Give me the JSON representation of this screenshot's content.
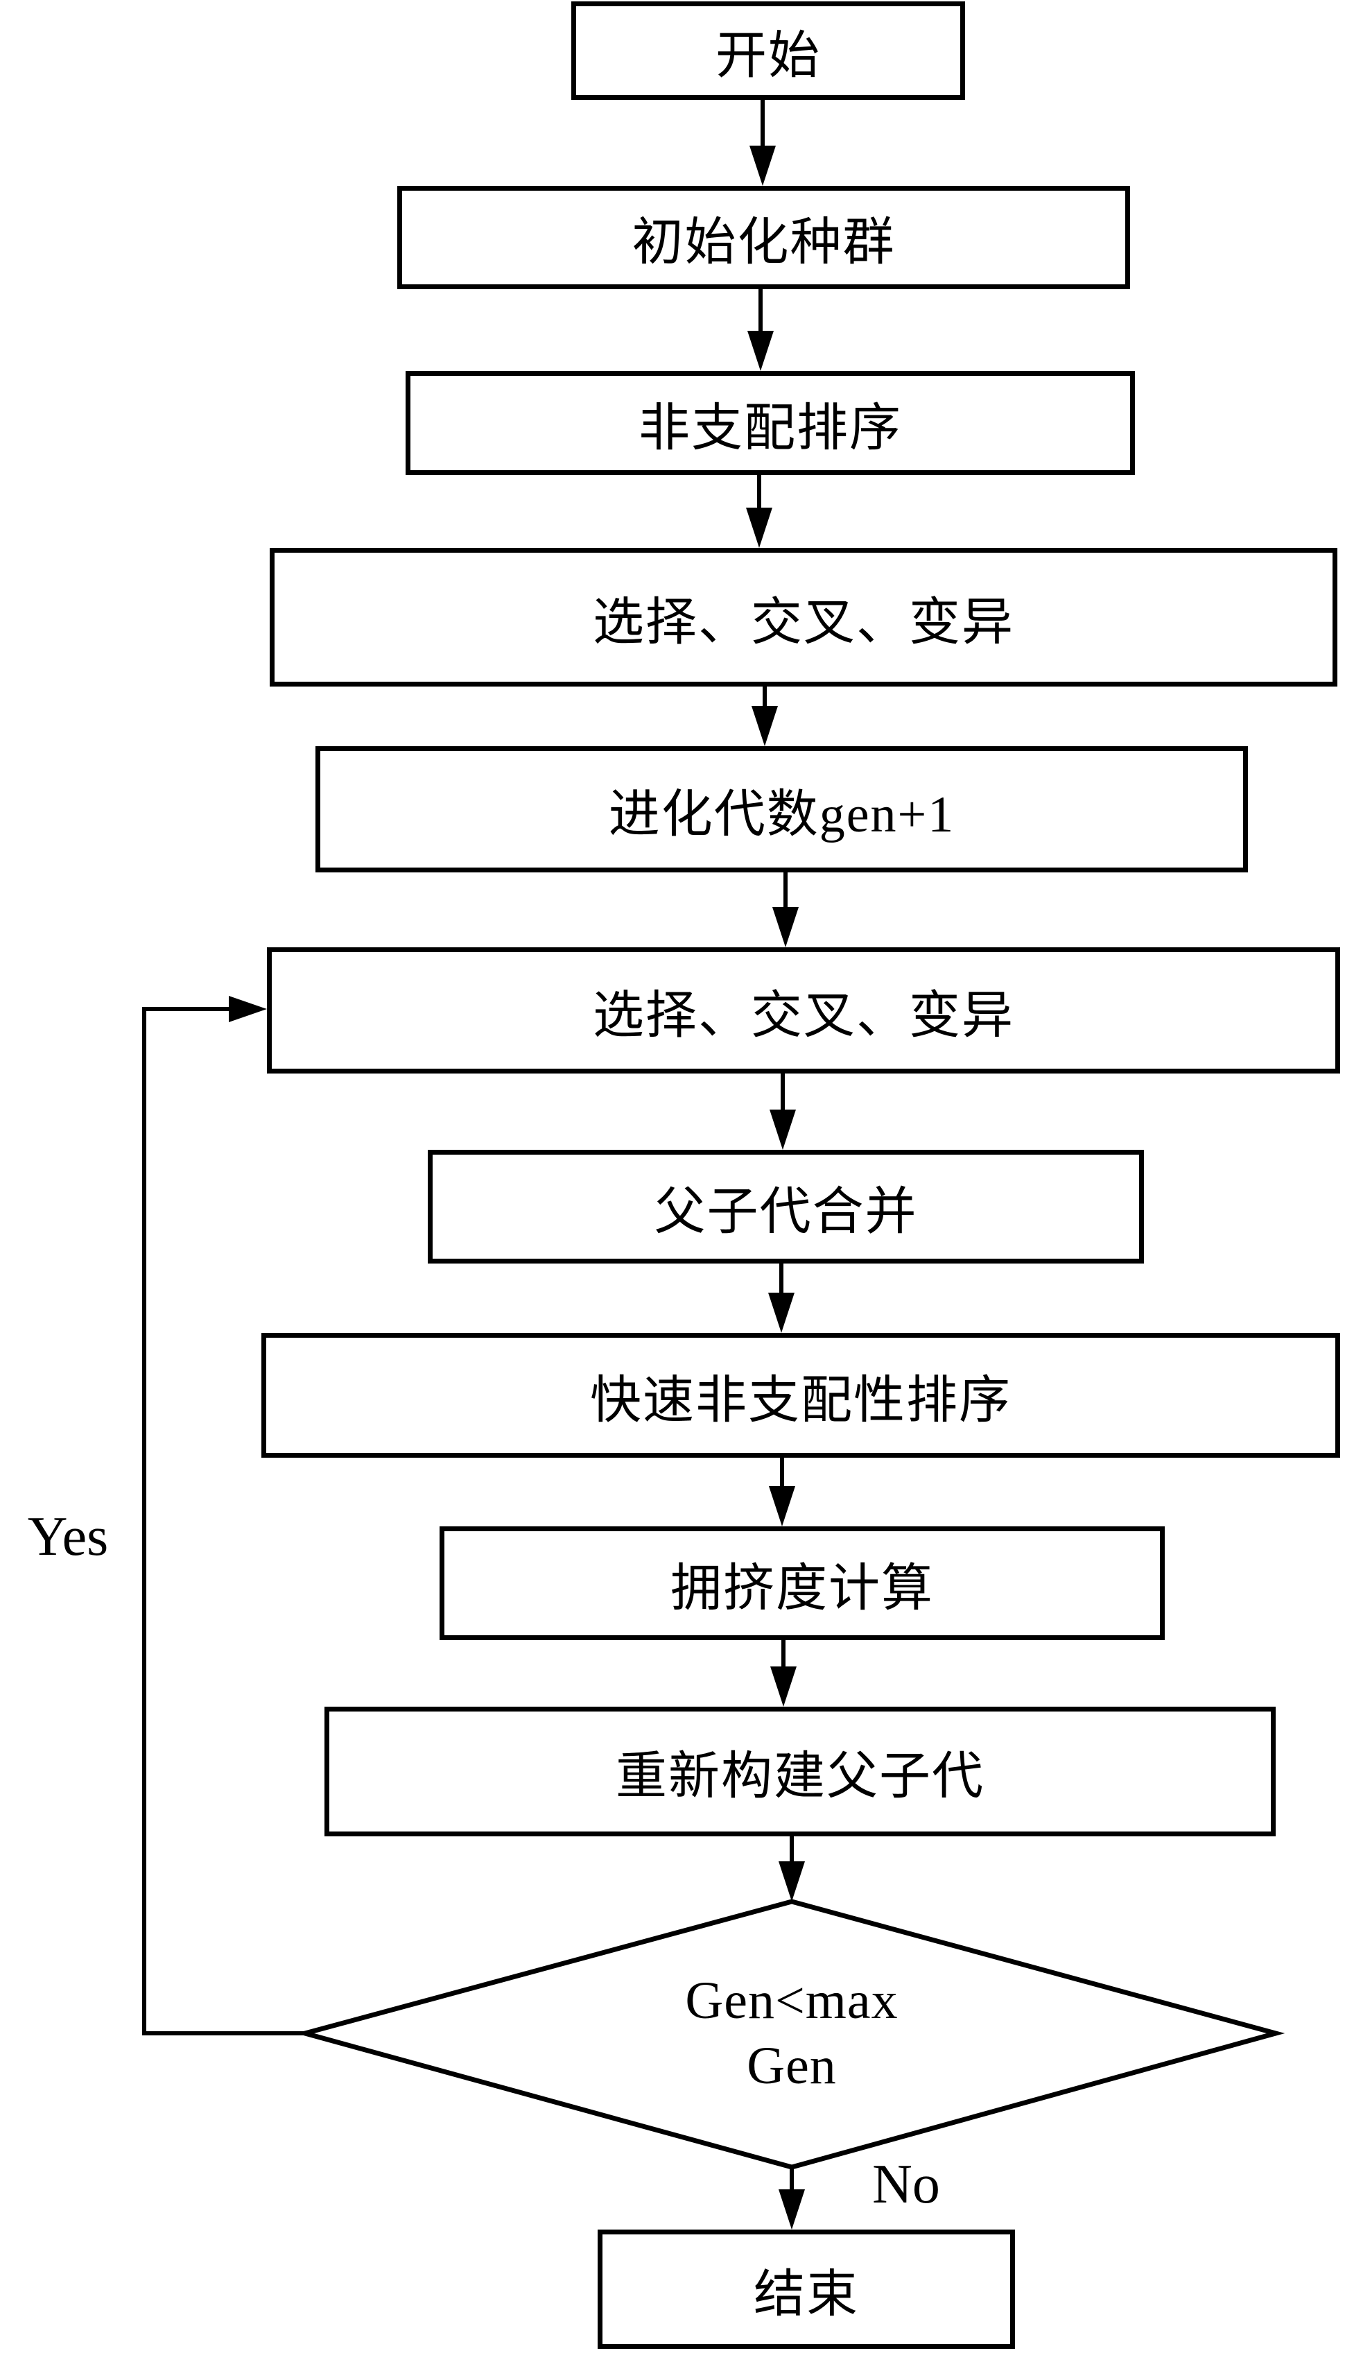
{
  "flowchart": {
    "nodes": {
      "start": "开始",
      "init_population": "初始化种群",
      "non_dominated_sort": "非支配排序",
      "selection_crossover_mutation_1": "选择、交叉、变异",
      "generation_increment": "进化代数gen+1",
      "selection_crossover_mutation_2": "选择、交叉、变异",
      "merge_parent_offspring": "父子代合并",
      "fast_non_dominated_sort": "快速非支配性排序",
      "crowding_distance": "拥挤度计算",
      "rebuild_parent_offspring": "重新构建父子代",
      "decision_line1": "Gen<max",
      "decision_line2": "Gen",
      "end": "结束"
    },
    "edge_labels": {
      "yes": "Yes",
      "no": "No"
    },
    "colors": {
      "stroke": "#000000",
      "background": "#ffffff",
      "text": "#000000"
    }
  }
}
